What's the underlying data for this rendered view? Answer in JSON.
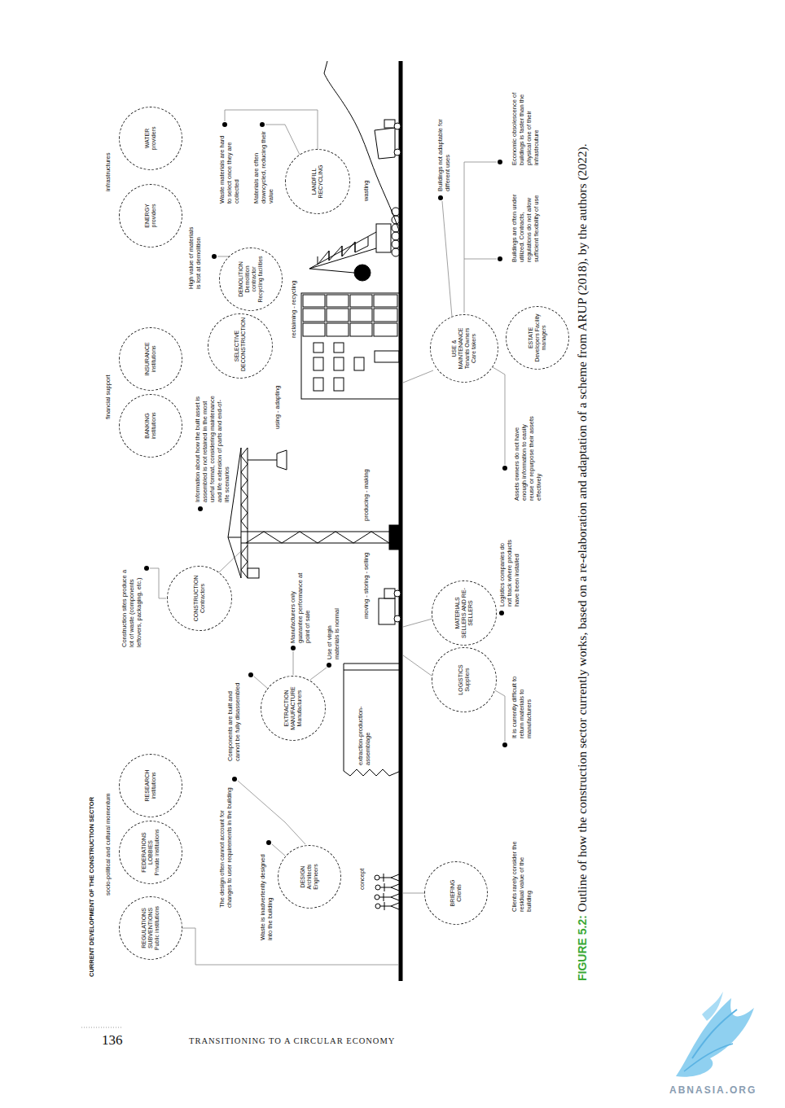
{
  "diagram": {
    "title": "CURRENT DEVELOPMENT OF THE CONSTRUCTION SECTOR",
    "caption": "FIGURE 5.2: Outline of how the construction sector currently works, based on a re-elaboration and adaptation of a scheme from ARUP (2018), by the authors (2022).",
    "nodes": [
      {
        "text": [
          "REGULATIONS SUBVENTIONS",
          "Public institutions"
        ]
      },
      {
        "text": [
          "FEDERATIONS LOBBIES",
          "Private institutions"
        ]
      },
      {
        "text": [
          "RESEARCH",
          "institutions"
        ]
      },
      {
        "text": [
          "BANKING",
          "institutions"
        ]
      },
      {
        "text": [
          "INSURANCE",
          "institutions"
        ]
      },
      {
        "text": [
          "ENERGY",
          "providers"
        ]
      },
      {
        "text": [
          "WATER",
          "providers"
        ]
      },
      {
        "text": [
          "DESIGN",
          "Architects Engineers"
        ]
      },
      {
        "text": [
          "EXTRACTION MANUFACTURE",
          "Manufacturers"
        ]
      },
      {
        "text": [
          "CONSTRUCTION",
          "Contractors"
        ]
      },
      {
        "text": [
          "SELECTIVE DECONSTRUCTION"
        ]
      },
      {
        "text": [
          "DEMOLITION",
          "Demolition contractor Recycling facilities"
        ]
      },
      {
        "text": [
          "LANDFILL RECYCLING"
        ]
      },
      {
        "text": [
          "BRIEFING",
          "Clients"
        ]
      },
      {
        "text": [
          "LOGISTICS",
          "Suppliers"
        ]
      },
      {
        "text": [
          "MATERIALS SELLERS AND RE-SELLERS"
        ]
      },
      {
        "text": [
          "USE & MAINTENANCE",
          "Tenants Owners Care takers"
        ]
      },
      {
        "text": [
          "ESTATE",
          "Developers Facility managers"
        ]
      }
    ],
    "labels": [
      "socio-political and cultural momentum",
      "financial support",
      "infrastructures",
      "Waste is inadvertently designed into the building",
      "The design often cannot account for changes to user requirements in the building",
      "Components are built and cannot be fully disassembled",
      "Manufacturers only guarantee performance at point of sale",
      "Use of virgin materials is normal",
      "Construction sites produce a lot of waste (components leftovers, packaging, etc.)",
      "Information about how the built asset is assembled is not retained in the most useful format, considering maintenance and life extension of parts and end-of-life scenarios",
      "High value of materials is lost at demolition",
      "Waste materials are hard to select once they are collected",
      "Materials are often downcycled, reducing their value",
      "concept",
      "extraction-production-assemblage",
      "moving - storing - selling",
      "producing - making",
      "using - adapting",
      "reclaiming - recycling",
      "wasting",
      "Clients rarely consider the residual value of the building",
      "It is currently difficult to return materials to manufacturers",
      "Logistics companies do not track where products have been installed",
      "Assets owners do not have enough information to easily reuse or repurpose their assets effectively",
      "Buildings not adaptable for different uses",
      "Buildings are often under utilized. Contracts, regulations do not allow sufficient flexibility of use",
      "Economic obsolescence of buildings is faster than the physical one of their infrastrcuture",
      "136",
      "TRANSITIONING TO A CIRCULAR ECONOMY",
      "ABNASIA.ORG"
    ]
  }
}
